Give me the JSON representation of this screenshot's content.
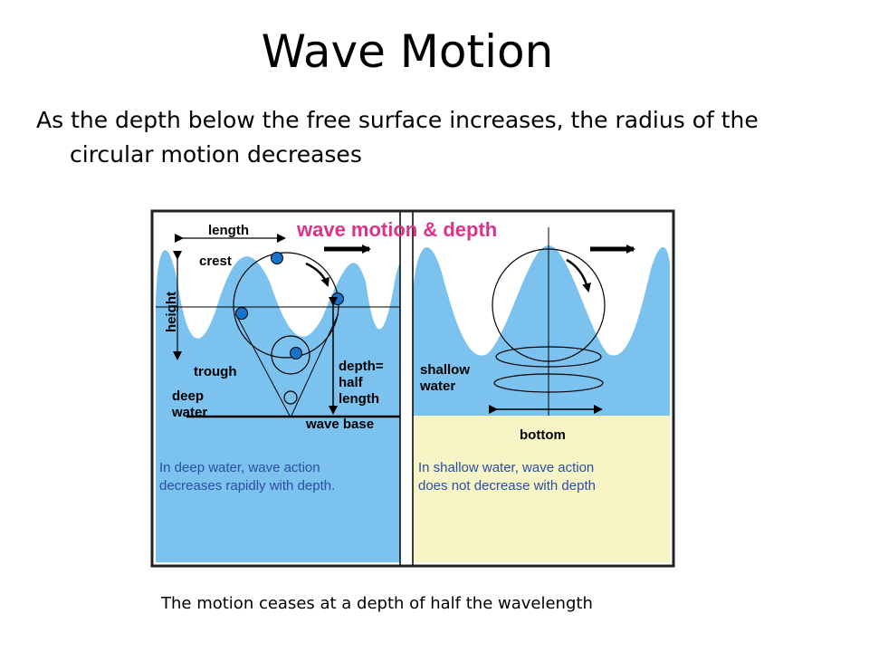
{
  "slide": {
    "title": "Wave Motion",
    "bullet_line1": "As the depth below the free surface increases, the radius of the",
    "bullet_line2": "circular motion decreases",
    "caption": "The motion ceases at a depth of half the wavelength"
  },
  "diagram": {
    "title": "wave motion & depth",
    "labels": {
      "length": "length",
      "crest": "crest",
      "height": "height",
      "trough": "trough",
      "deep_line1": "deep",
      "deep_line2": "water",
      "depth_line1": "depth=",
      "depth_line2": "half",
      "depth_line3": "length",
      "wave_base": "wave base",
      "shallow_line1": "shallow",
      "shallow_line2": "water",
      "bottom": "bottom"
    },
    "notes": {
      "deep_line1": "In deep water, wave action",
      "deep_line2": "decreases rapidly with depth.",
      "shallow_line1": "In shallow water, wave action",
      "shallow_line2": "does not decrease with depth"
    },
    "colors": {
      "water": "#7cc2ee",
      "bottom_sand": "#f7f4c6",
      "title_pink": "#e0318a",
      "particle": "#1a72c8",
      "note_text": "#2a4fa0"
    }
  }
}
